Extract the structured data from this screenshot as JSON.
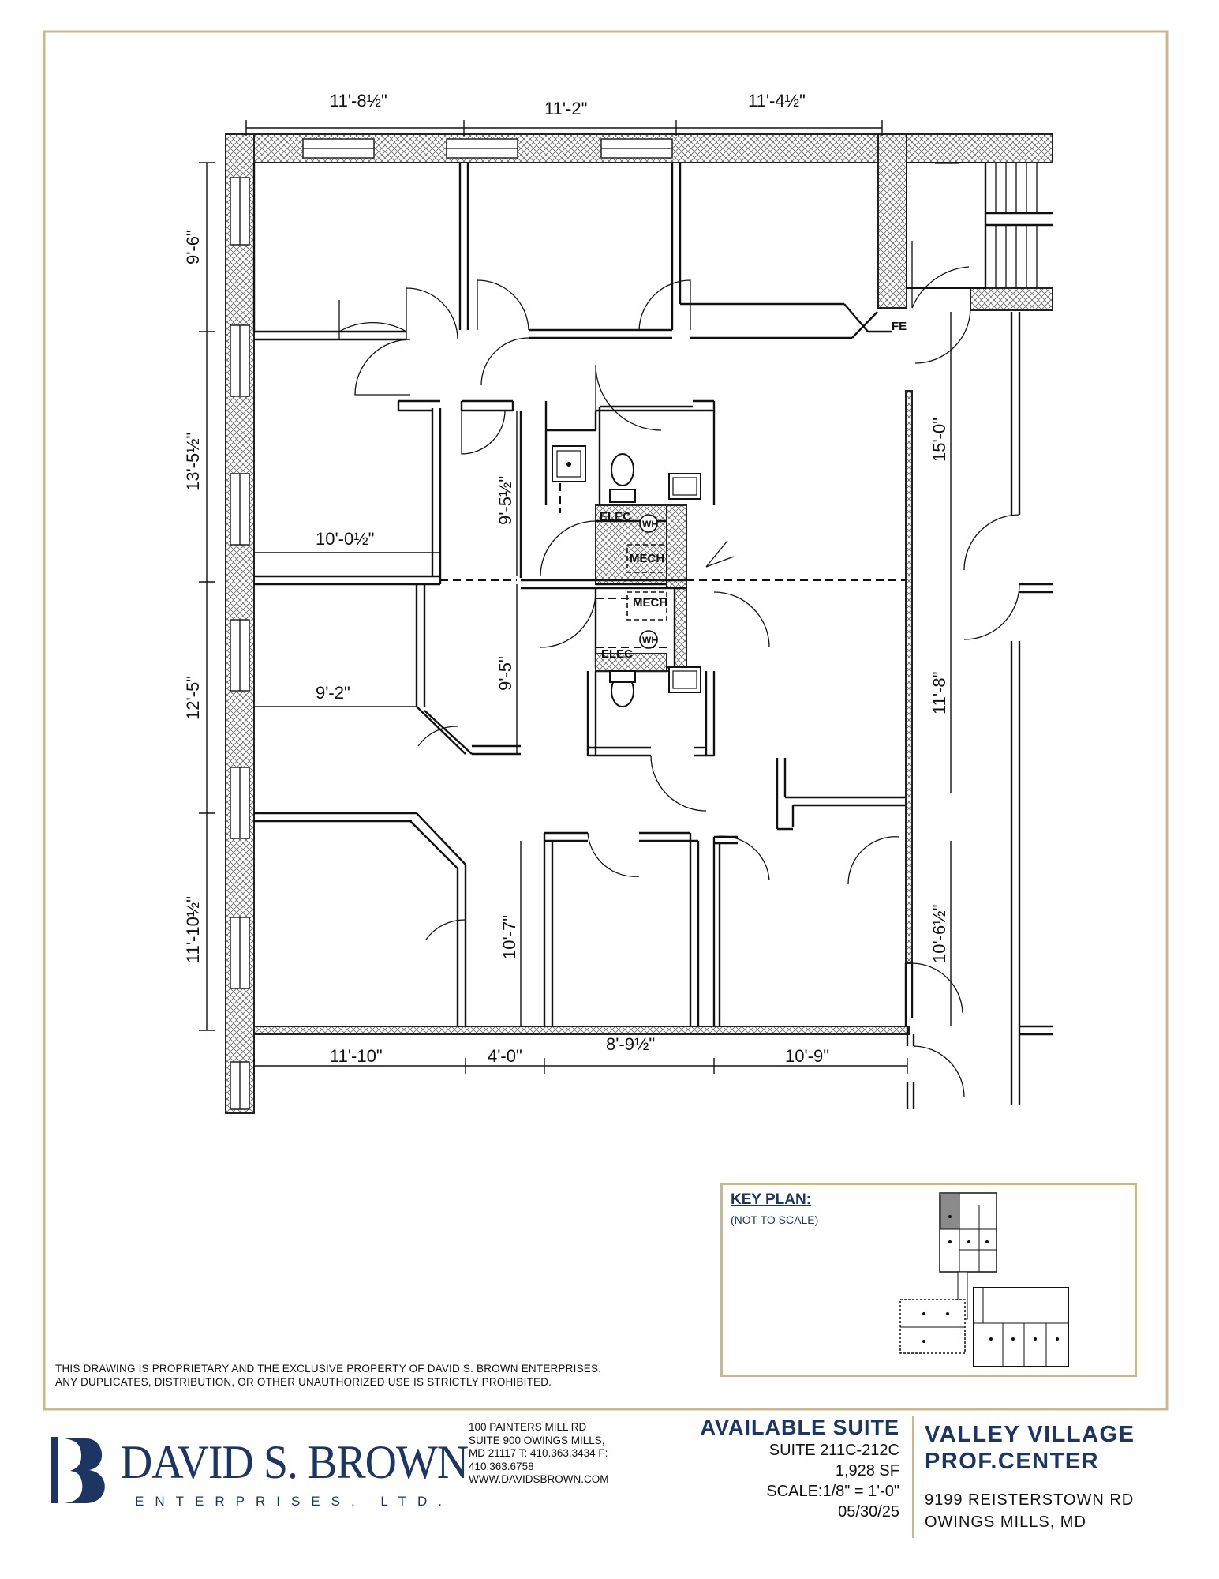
{
  "dimensions": {
    "top": [
      "11'-8½\"",
      "11'-2\"",
      "11'-4½\""
    ],
    "left": [
      "9'-6\"",
      "13'-5½\"",
      "12'-5\"",
      "11'-10½\""
    ],
    "bottom": [
      "11'-10\"",
      "4'-0\"",
      "8'-9½\"",
      "10'-9\""
    ],
    "room_widths": [
      "10'-0½\"",
      "9'-2\""
    ],
    "center": [
      "9'-5½\"",
      "9'-5\"",
      "10'-7\""
    ],
    "right": [
      "15'-0\"",
      "11'-8\"",
      "10'-6½\""
    ]
  },
  "room_labels": {
    "elec_top": "ELEC",
    "mech_top": "MECH",
    "wh_top": "WH",
    "elec_bottom": "ELEC",
    "mech_bottom": "MECH",
    "wh_bottom": "WH",
    "fe": "FE"
  },
  "notice": [
    "THIS DRAWING IS PROPRIETARY AND THE EXCLUSIVE PROPERTY OF DAVID S. BROWN ENTERPRISES.",
    "ANY DUPLICATES, DISTRIBUTION, OR OTHER UNAUTHORIZED USE IS STRICTLY PROHIBITED."
  ],
  "key_plan": {
    "title": "KEY PLAN:",
    "subtitle": "(NOT TO SCALE)"
  },
  "company": {
    "name": "DAVID S. BROWN",
    "subtitle": "ENTERPRISES, LTD.",
    "address_lines": [
      "100 PAINTERS MILL RD",
      "SUITE 900 OWINGS MILLS,",
      "MD 21117 T: 410.363.3434 F:",
      "410.363.6758",
      "WWW.DAVIDSBROWN.COM"
    ]
  },
  "suite": {
    "title": "AVAILABLE SUITE",
    "number": "SUITE 211C-212C",
    "area": "1,928 SF",
    "scale": "SCALE:1/8\" = 1'-0\"",
    "date": "05/30/25"
  },
  "property": {
    "name_line1": "VALLEY VILLAGE",
    "name_line2": "PROF.CENTER",
    "address_line1": "9199 REISTERSTOWN RD",
    "address_line2": "OWINGS MILLS, MD"
  },
  "colors": {
    "frame_gold": "#c8b88a",
    "brand_navy": "#1d3563",
    "highlight_grey": "#8a8a8a"
  }
}
